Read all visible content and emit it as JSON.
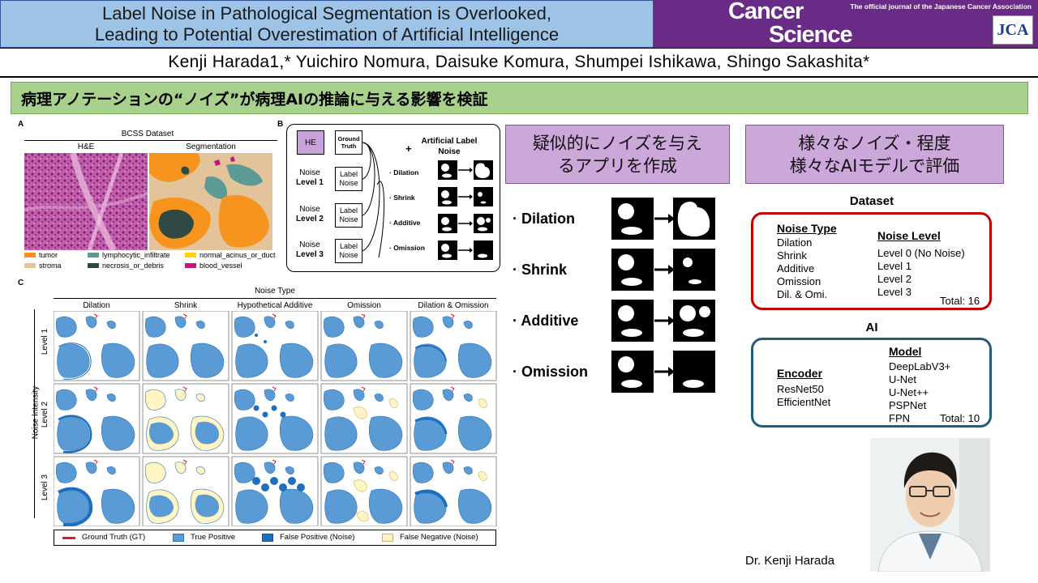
{
  "header": {
    "title_line1": "Label Noise in Pathological Segmentation is Overlooked,",
    "title_line2": "Leading to Potential Overestimation of Artificial Intelligence",
    "journal_word1": "Cancer",
    "journal_word2": "Science",
    "journal_tagline": "The official journal of the Japanese Cancer Association",
    "journal_logo": "JCA"
  },
  "authors": "Kenji Harada1,* Yuichiro Nomura, Daisuke Komura, Shumpei Ishikawa, Shingo Sakashita*",
  "subtitle": "病理アノテーションの“ノイズ”が病理AIの推論に与える影響を検証",
  "panel_a": {
    "label": "A",
    "title": "BCSS Dataset",
    "col1": "H&E",
    "col2": "Segmentation",
    "legend": [
      {
        "name": "tumor",
        "color": "#f7941d"
      },
      {
        "name": "lymphocytic_infiltrate",
        "color": "#5b9a95"
      },
      {
        "name": "normal_acinus_or_duct",
        "color": "#ffd200"
      },
      {
        "name": "stroma",
        "color": "#e3c39a"
      },
      {
        "name": "necrosis_or_debris",
        "color": "#2f4a45"
      },
      {
        "name": "blood_vessel",
        "color": "#c2187a"
      }
    ]
  },
  "panel_b": {
    "label": "B",
    "he": "HE",
    "ground_truth": "Ground Truth",
    "plus": "+",
    "artificial_label_noise": "Artificial Label Noise",
    "noise_levels": [
      {
        "noise": "Noise",
        "level": "Level 1"
      },
      {
        "noise": "Noise",
        "level": "Level 2"
      },
      {
        "noise": "Noise",
        "level": "Level 3"
      }
    ],
    "label_noise": "Label Noise",
    "types": [
      "· Dilation",
      "· Shrink",
      "· Additive",
      "· Omission"
    ]
  },
  "panel_c": {
    "label": "C",
    "title": "Noise Type",
    "columns": [
      "Dilation",
      "Shrink",
      "Hypothetical Additive",
      "Omission",
      "Dilation & Omission"
    ],
    "rows": [
      "Level 1",
      "Level 2",
      "Level 3"
    ],
    "y_axis": "Noise Intensity",
    "legend": [
      {
        "name": "Ground Truth (GT)",
        "color": "#e31a1c"
      },
      {
        "name": "True Positive",
        "color": "#5b9bd5"
      },
      {
        "name": "False Positive (Noise)",
        "color": "#1f6fbf"
      },
      {
        "name": "False Negative (Noise)",
        "color": "#fff4c2"
      }
    ]
  },
  "box_app": {
    "line1": "疑似的にノイズを与え",
    "line2": "るアプリを作成"
  },
  "box_eval": {
    "line1": "様々なノイズ・程度",
    "line2": "様々なAIモデルで評価"
  },
  "noise_list": [
    "· Dilation",
    "· Shrink",
    "· Additive",
    "· Omission"
  ],
  "dataset": {
    "title": "Dataset",
    "noise_type_header": "Noise Type",
    "noise_types": [
      "Dilation",
      "Shrink",
      "Additive",
      "Omission",
      "Dil. & Omi."
    ],
    "noise_level_header": "Noise Level",
    "noise_levels": [
      "Level 0 (No Noise)",
      "Level 1",
      "Level 2",
      "Level 3"
    ],
    "total": "Total: 16"
  },
  "ai": {
    "title": "AI",
    "encoder_header": "Encoder",
    "encoders": [
      "ResNet50",
      "EfficientNet"
    ],
    "model_header": "Model",
    "models": [
      "DeepLabV3+",
      "U-Net",
      "U-Net++",
      "PSPNet",
      "FPN"
    ],
    "total": "Total: 10"
  },
  "photo_caption": "Dr. Kenji Harada"
}
